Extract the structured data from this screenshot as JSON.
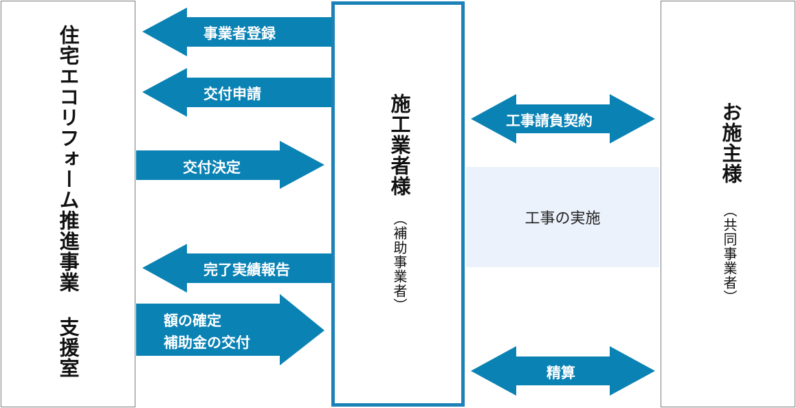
{
  "left_box": {
    "label": "住宅エコリフォーム推進事業 支援室"
  },
  "middle_box": {
    "label": "施工業者様",
    "sub": "（補助事業者）"
  },
  "right_box": {
    "label": "お施主様",
    "sub": "（共同事業者）"
  },
  "arrows": {
    "registration": "事業者登録",
    "application": "交付申請",
    "decision": "交付決定",
    "completion_report": "完了実績報告",
    "confirm_line1": "額の確定",
    "confirm_line2": "補助金の交付",
    "contract": "工事請負契約",
    "settlement": "精算"
  },
  "construction": {
    "label": "工事の実施"
  },
  "colors": {
    "arrow": "#0a82b4",
    "middle_border": "#1b82b8",
    "shade": "#ebf2fb",
    "box_border": "#7a7a7a"
  }
}
